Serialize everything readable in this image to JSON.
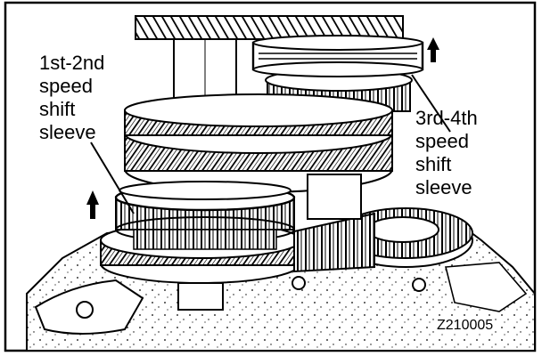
{
  "labels": {
    "left": [
      "1st-2nd",
      "speed",
      "shift",
      "sleeve"
    ],
    "right": [
      "3rd-4th",
      "speed",
      "shift",
      "sleeve"
    ]
  },
  "figure_code": "Z210005",
  "colors": {
    "ink": "#000000",
    "paper": "#ffffff"
  }
}
